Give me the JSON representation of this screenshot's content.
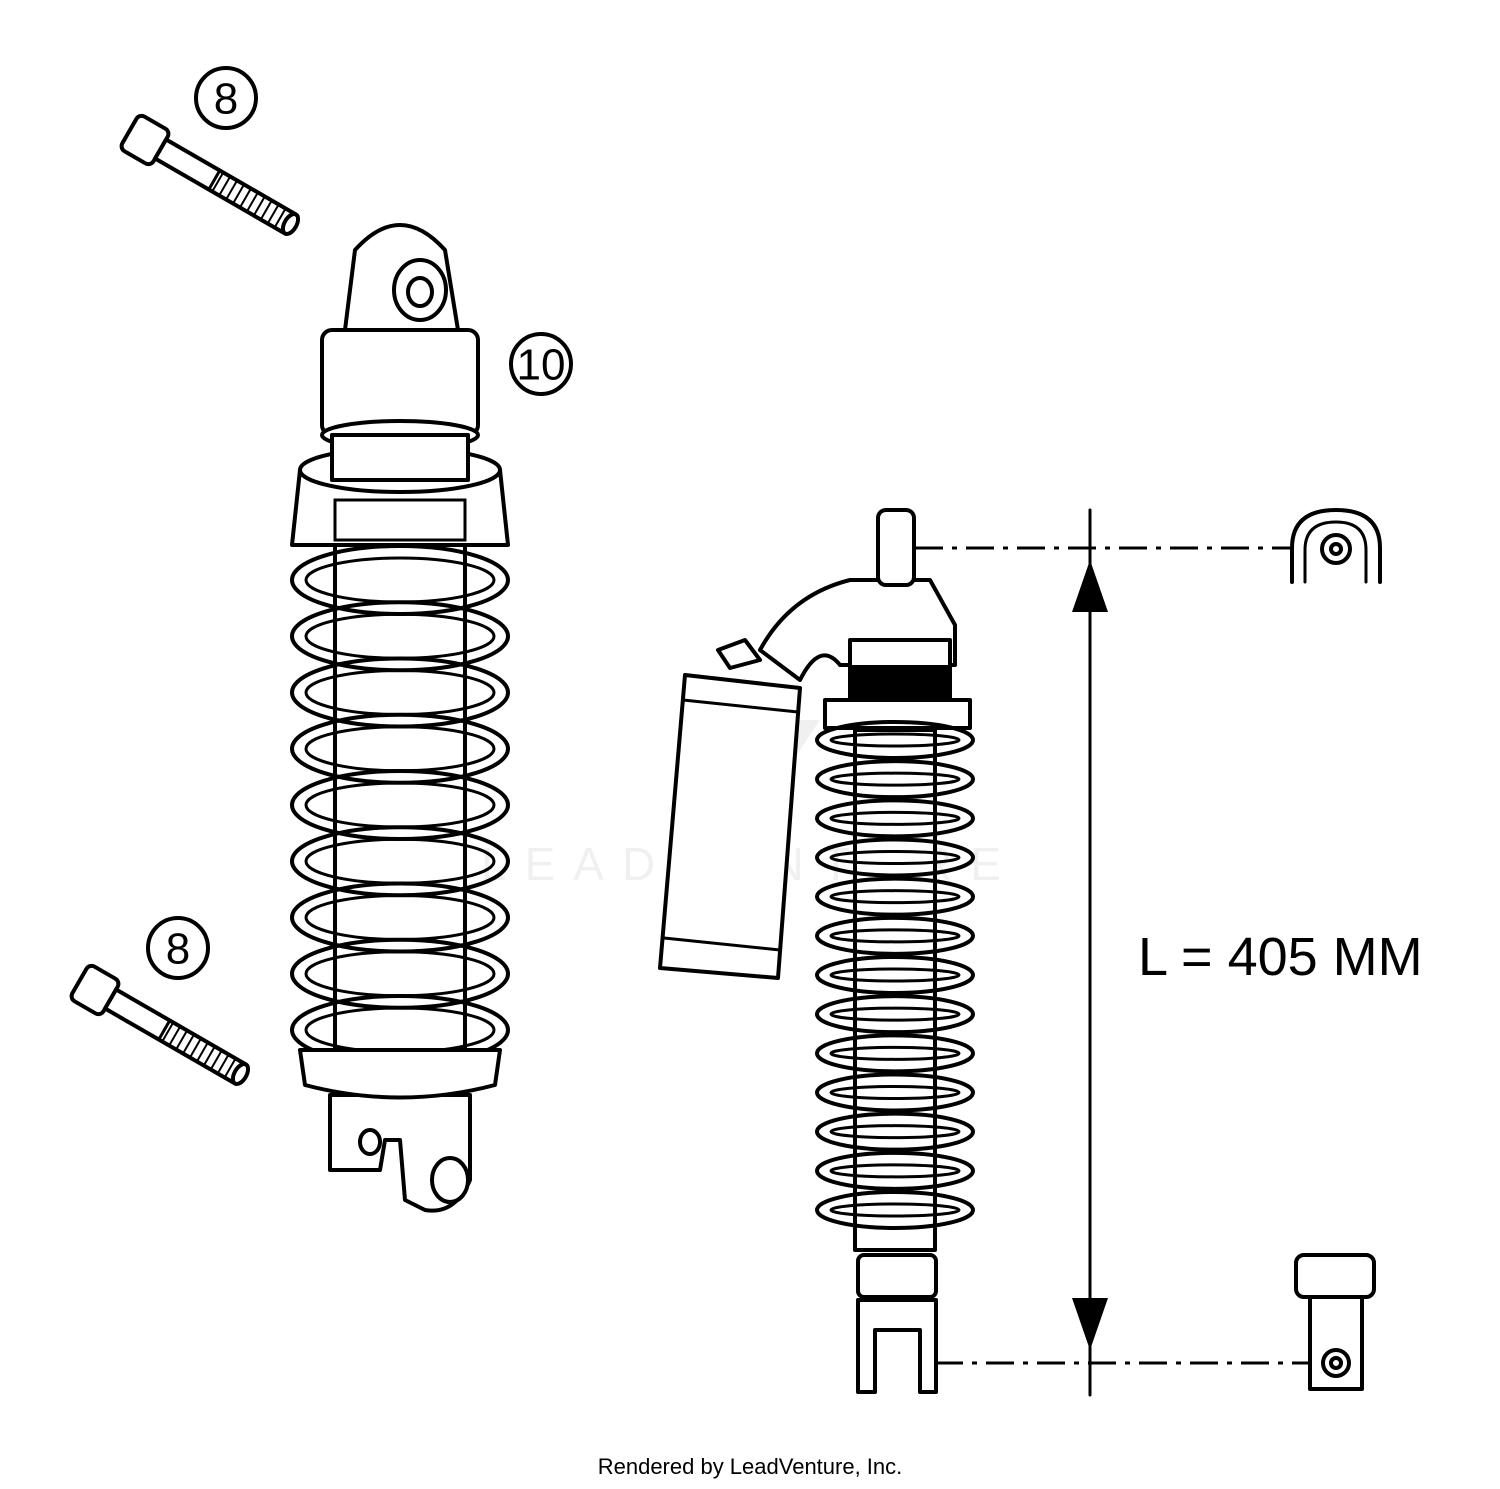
{
  "callouts": {
    "bolt_top": "8",
    "shock_absorber": "10",
    "bolt_bottom": "8"
  },
  "dimension": {
    "label": "L = 405 MM"
  },
  "watermark": {
    "text": "LEADVENTURE"
  },
  "footer": {
    "credit": "Rendered by LeadVenture, Inc."
  },
  "icons": {
    "top_eye": "shock-top-eye-icon",
    "bottom_clevis": "shock-bottom-clevis-icon"
  },
  "colors": {
    "line": "#000000",
    "background": "#ffffff"
  }
}
